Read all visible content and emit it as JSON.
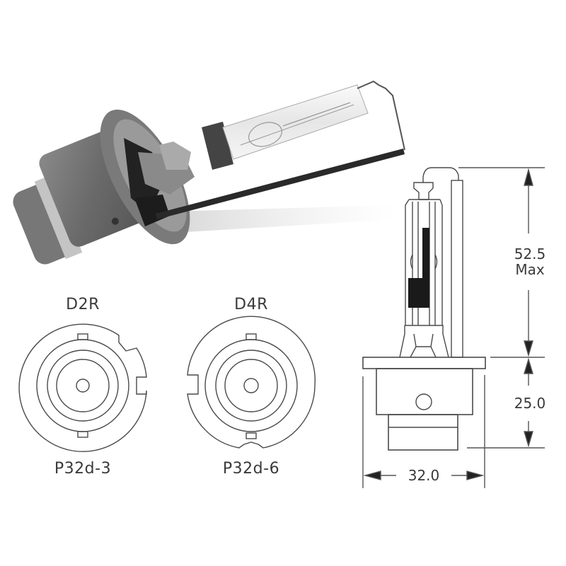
{
  "figure": {
    "subject": "HID xenon headlight bulb",
    "photo": {
      "description": "photo of bulb with grey plastic base and glass capsule"
    }
  },
  "base_types": [
    {
      "type": "D2R",
      "socket": "P32d-3"
    },
    {
      "type": "D4R",
      "socket": "P32d-6"
    }
  ],
  "dimensions": {
    "height": {
      "value": "52.5",
      "qualifier": "Max"
    },
    "base_height": {
      "value": "25.0"
    },
    "width": {
      "value": "32.0"
    }
  },
  "colors": {
    "line": "#4a4a4a",
    "photo_base": "#6e6e6e",
    "background": "#ffffff"
  }
}
